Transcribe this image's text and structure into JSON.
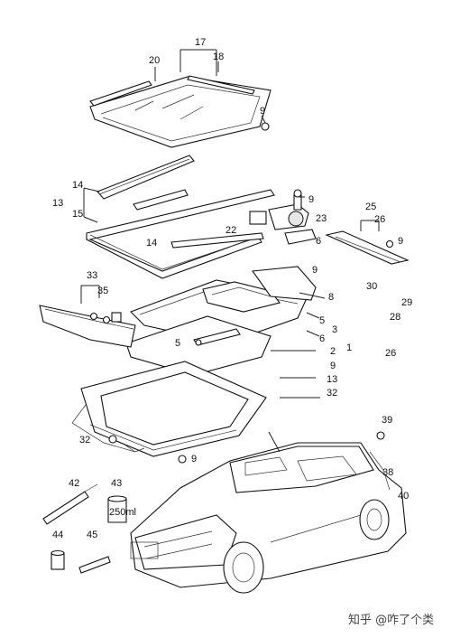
{
  "labels": {
    "l17": "17",
    "l18": "18",
    "l20": "20",
    "l9a": "9",
    "l14a": "14",
    "l13": "13",
    "l15": "15",
    "l14b": "14",
    "l9b": "9",
    "l23": "23",
    "l22": "22",
    "l6a": "6",
    "l25": "25",
    "l26a": "26",
    "l9c": "9",
    "l33": "33",
    "l35": "35",
    "l9d": "9",
    "l8": "8",
    "l30": "30",
    "l28": "28",
    "l29": "29",
    "l26b": "26",
    "l5a": "5",
    "l5b": "5",
    "l3": "3",
    "l6b": "6",
    "l2": "2",
    "l1": "1",
    "l9e": "9",
    "l13b": "13",
    "l32a": "32",
    "l32b": "32",
    "l9f": "9",
    "l39": "39",
    "l38": "38",
    "l40": "40",
    "l42": "42",
    "l43": "43",
    "l44": "44",
    "l45": "45"
  },
  "container_text": {
    "can_volume": "250ml"
  },
  "watermark": "知乎 @咋了个类"
}
